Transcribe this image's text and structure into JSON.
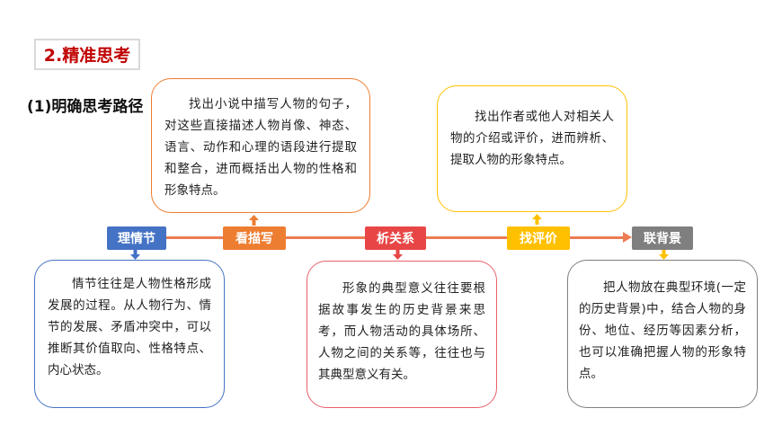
{
  "title": "2.精准思考",
  "subtitle": "(1)明确思考路径",
  "colors": {
    "title_red": "#c00000",
    "timeline": "#ec7c54",
    "blue": "#4472c4",
    "orange": "#ed7d31",
    "red": "#e84646",
    "yellow": "#ffc000",
    "gray": "#7f7f7f",
    "pink_border": "#e8606a"
  },
  "nodes": [
    {
      "id": "n1",
      "label": "理情节"
    },
    {
      "id": "n2",
      "label": "看描写"
    },
    {
      "id": "n3",
      "label": "析关系"
    },
    {
      "id": "n4",
      "label": "找评价"
    },
    {
      "id": "n5",
      "label": "联背景"
    }
  ],
  "boxes": {
    "plot": "情节往往是人物性格形成发展的过程。从人物行为、情节的发展、矛盾冲突中，可以推断其价值取向、性格特点、内心状态。",
    "description": "找出小说中描写人物的句子，对这些直接描述人物肖像、神态、语言、动作和心理的语段进行提取和整合，进而概括出人物的性格和形象特点。",
    "relation": "形象的典型意义往往要根据故事发生的历史背景来思考，而人物活动的具体场所、人物之间的关系等，往往也与其典型意义有关。",
    "evaluation": "找出作者或他人对相关人物的介绍或评价，进而辨析、提取人物的形象特点。",
    "background": "把人物放在典型环境(一定的历史背景)中，结合人物的身份、地位、经历等因素分析，也可以准确把握人物的形象特点。"
  }
}
